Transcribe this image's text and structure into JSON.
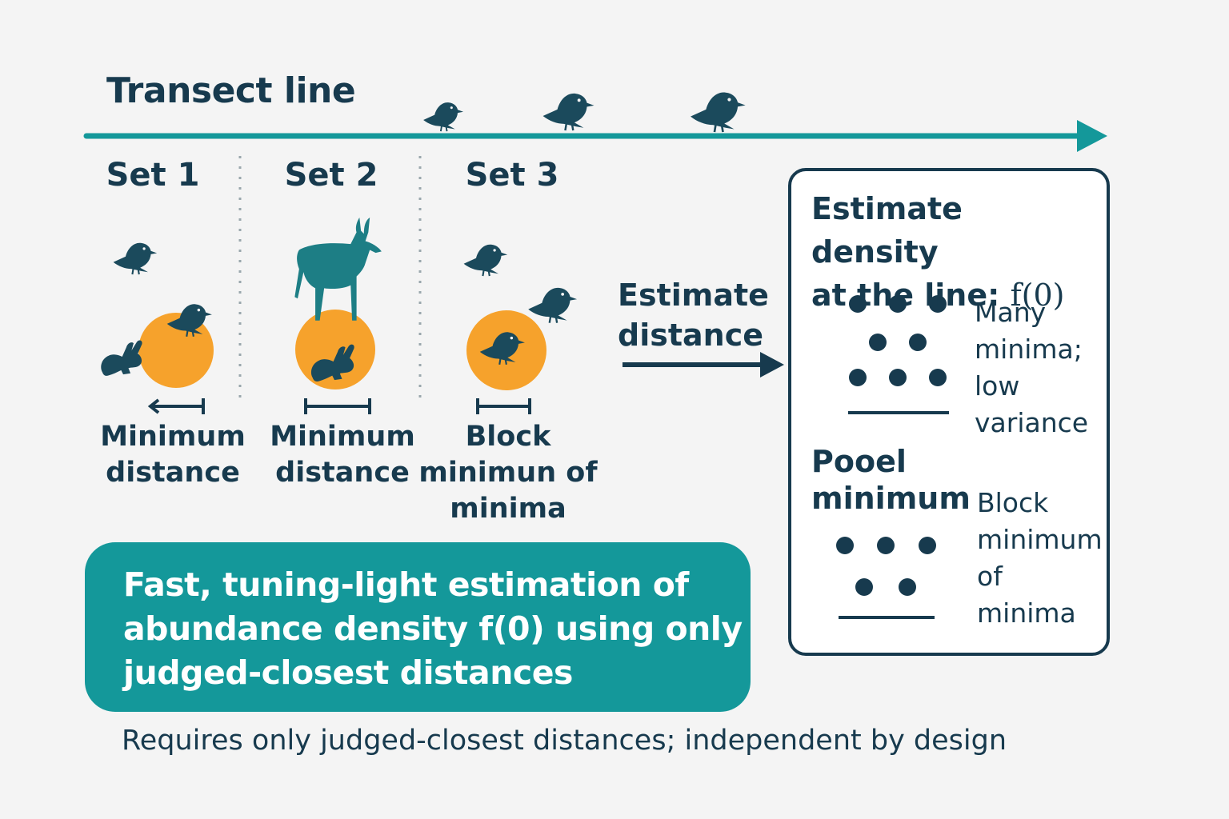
{
  "diagram": {
    "transect_label": "Transect line",
    "sets": [
      {
        "title": "Set 1",
        "caption_lines": [
          "Minimum",
          "distance"
        ]
      },
      {
        "title": "Set 2",
        "caption_lines": [
          "Minimum",
          "distance"
        ]
      },
      {
        "title": "Set 3",
        "caption_lines": [
          "Block",
          "minimun of",
          "minima"
        ]
      }
    ],
    "arrow_label_lines": [
      "Estimate",
      "distance"
    ],
    "panel": {
      "title_line1": "Estimate density",
      "title_line2_prefix": "at the line: ",
      "title_math": "f(0)",
      "many_lines": [
        "Many",
        "minima;",
        "low",
        "variance"
      ],
      "pool_lines": [
        "Pooel",
        "minimum"
      ],
      "block_lines": [
        "Block",
        "minimum",
        "of",
        "minima"
      ]
    },
    "banner_lines": [
      "Fast, tuning-light estimation of",
      "abundance density f(0) using only",
      "judged-closest distances"
    ],
    "footer": "Requires only judged-closest distances; independent by design"
  },
  "colors": {
    "teal": "#14989a",
    "navy": "#173a4e",
    "orange": "#f6a22c",
    "animal": "#1b4a5c",
    "deer": "#1d7e85",
    "background": "#f4f4f4"
  }
}
